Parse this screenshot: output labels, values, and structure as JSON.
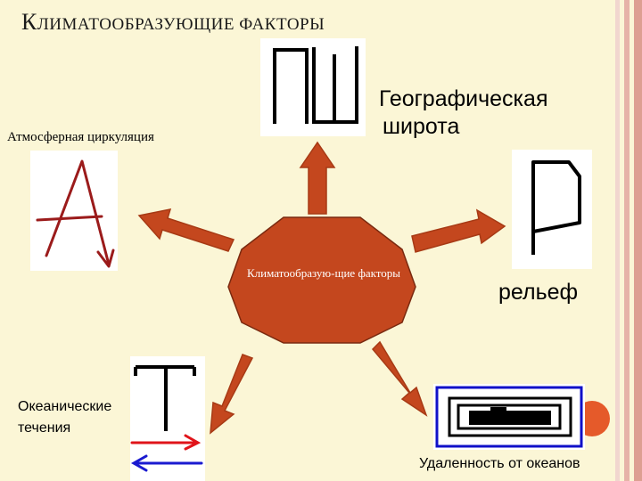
{
  "slide": {
    "title_first": "К",
    "title_rest": "лиматообразующие факторы"
  },
  "center": {
    "label": "Климатообразую-щие факторы",
    "fill": "#c4471e"
  },
  "factors": {
    "geo_label_line1": "Географическая",
    "geo_label_line2": "широта",
    "atmosphere_label": "Атмосферная циркуляция",
    "relief_label": "рельеф",
    "ocean_label_line1": "Океанические",
    "ocean_label_line2": "течения",
    "distance_label": "Удаленность от океанов"
  },
  "colors": {
    "background": "#fbf6d6",
    "arrow": "#c4471e",
    "arrow_stroke": "#a73a15",
    "sketch_red": "#9b1b1b",
    "current_red": "#e0141a",
    "current_blue": "#1a1ad0",
    "frame_blue": "#1010c8",
    "accent_circle": "#e55a2a"
  },
  "icons": [
    "geo-letters-icon",
    "atmosphere-letter-icon",
    "relief-letter-icon",
    "ocean-currents-icon",
    "distance-frame-icon"
  ]
}
